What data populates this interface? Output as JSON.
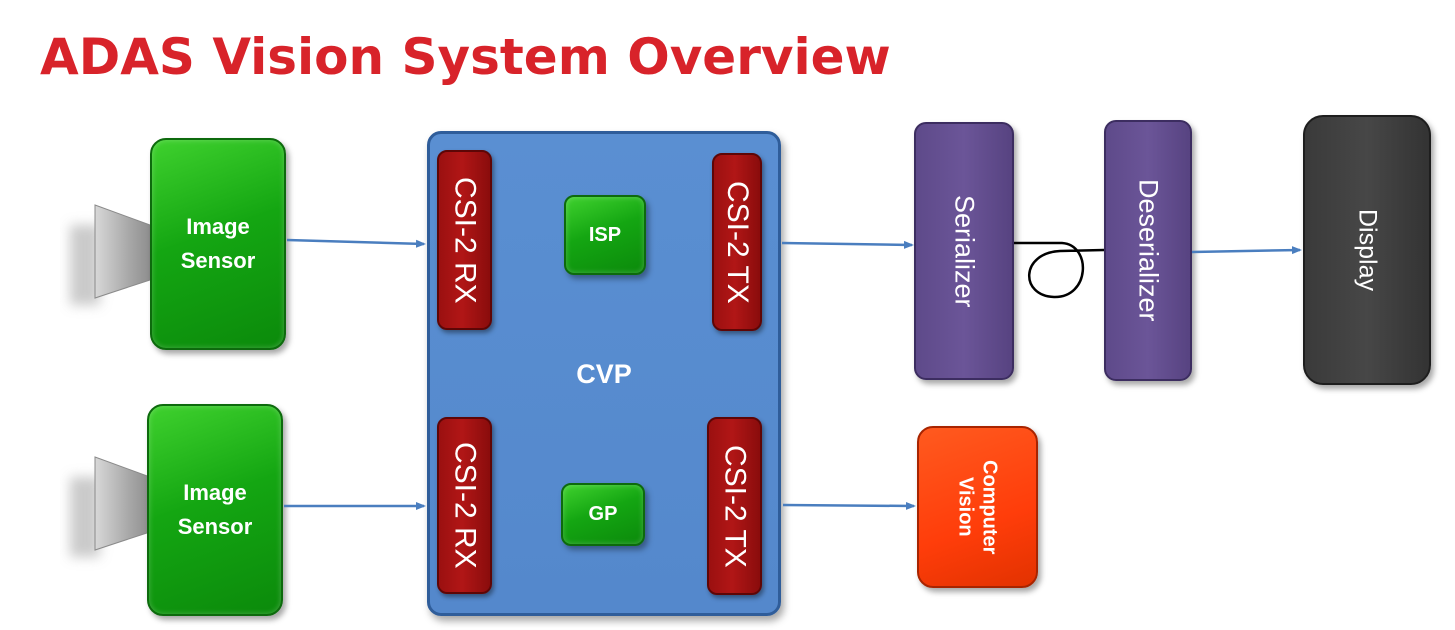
{
  "title": "ADAS Vision System Overview",
  "sensors": [
    {
      "label_line1": "Image",
      "label_line2": "Sensor"
    },
    {
      "label_line1": "Image",
      "label_line2": "Sensor"
    }
  ],
  "cvp": {
    "label": "CVP",
    "rx_top": "CSI-2 RX",
    "rx_bottom": "CSI-2 RX",
    "tx_top": "CSI-2 TX",
    "tx_bottom": "CSI-2 TX",
    "isp": "ISP",
    "gp": "GP"
  },
  "serializer": "Serializer",
  "deserializer": "Deserializer",
  "display": "Display",
  "computer_vision": {
    "line1": "Computer",
    "line2": "Vision"
  },
  "colors": {
    "title": "#d8232a",
    "sensor": "#14a612",
    "cvp": "#5488cc",
    "csi": "#b11616",
    "serdes": "#6b5598",
    "display": "#474747",
    "computer_vision": "#ff3d0a",
    "arrow": "#4a7ebf"
  }
}
